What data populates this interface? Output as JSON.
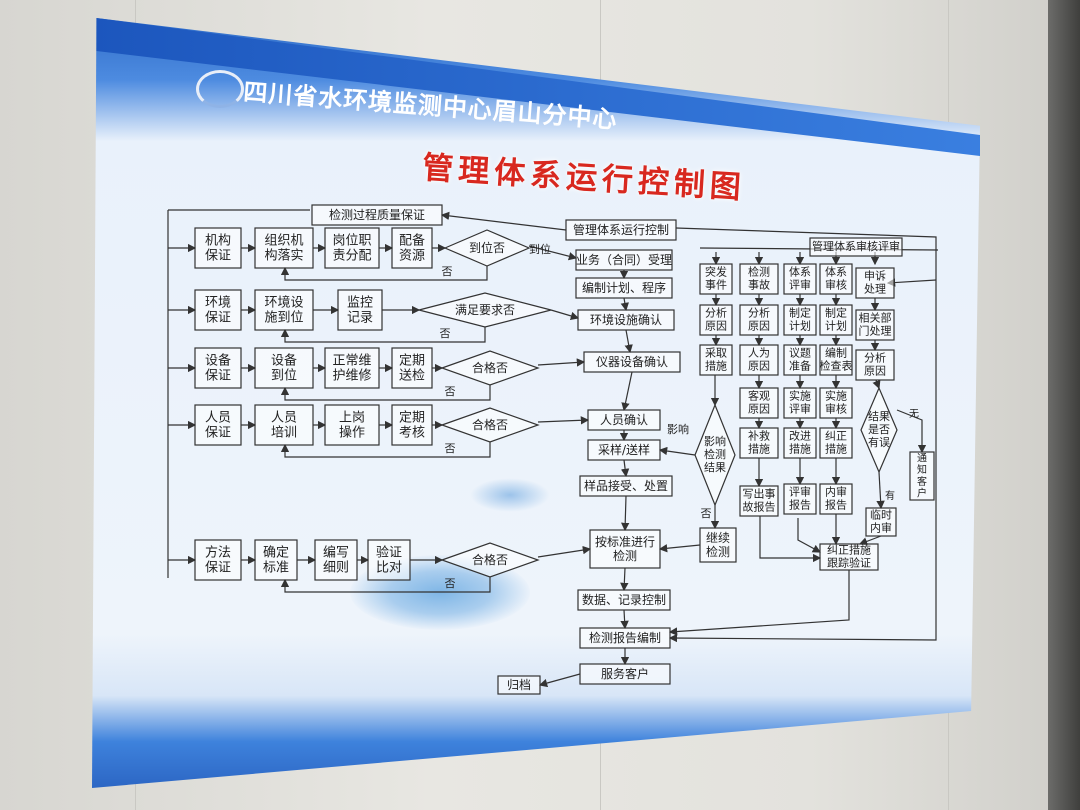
{
  "header": {
    "organization": "四川省水环境监测中心眉山分中心",
    "title": "管理体系运行控制图"
  },
  "nodes": {
    "qc": "检测过程质量保证",
    "center": "管理体系运行控制",
    "accept": "业务（合同）受理",
    "plan": "编制计划、程序",
    "env_confirm": "环境设施确认",
    "inst_confirm": "仪器设备确认",
    "staff_confirm": "人员确认",
    "sample": "采样/送样",
    "receive": "样品接受、处置",
    "test": [
      "按标准进行",
      "检测"
    ],
    "data_ctrl": "数据、记录控制",
    "report": "检测报告编制",
    "service": "服务客户",
    "archive": "归档",
    "continue": [
      "继续",
      "检测"
    ],
    "review": "管理体系审核评审",
    "r1": [
      "机构",
      "保证"
    ],
    "r1b": [
      "组织机",
      "构落实"
    ],
    "r1c": [
      "岗位职",
      "责分配"
    ],
    "r1d": [
      "配备",
      "资源"
    ],
    "r2": [
      "环境",
      "保证"
    ],
    "r2b": [
      "环境设",
      "施到位"
    ],
    "r2c": [
      "监控",
      "记录"
    ],
    "r3": [
      "设备",
      "保证"
    ],
    "r3b": [
      "设备",
      "到位"
    ],
    "r3c": [
      "正常维",
      "护维修"
    ],
    "r3d": [
      "定期",
      "送检"
    ],
    "r4": [
      "人员",
      "保证"
    ],
    "r4b": [
      "人员",
      "培训"
    ],
    "r4c": [
      "上岗",
      "操作"
    ],
    "r4d": [
      "定期",
      "考核"
    ],
    "r5": [
      "方法",
      "保证"
    ],
    "r5b": [
      "确定",
      "标准"
    ],
    "r5c": [
      "编写",
      "细则"
    ],
    "r5d": [
      "验证",
      "比对"
    ],
    "c1": [
      "突发",
      "事件"
    ],
    "c1b": [
      "分析",
      "原因"
    ],
    "c1c": [
      "采取",
      "措施"
    ],
    "c2": [
      "检测",
      "事故"
    ],
    "c2b": [
      "分析",
      "原因"
    ],
    "c2c": [
      "人为",
      "原因"
    ],
    "c2d": [
      "客观",
      "原因"
    ],
    "c2e": [
      "补救",
      "措施"
    ],
    "c2f": [
      "写出事",
      "故报告"
    ],
    "c3": [
      "体系",
      "评审"
    ],
    "c3b": [
      "制定",
      "计划"
    ],
    "c3c": [
      "议题",
      "准备"
    ],
    "c3d": [
      "实施",
      "评审"
    ],
    "c3e": [
      "改进",
      "措施"
    ],
    "c3f": [
      "评审",
      "报告"
    ],
    "c4": [
      "体系",
      "审核"
    ],
    "c4b": [
      "制定",
      "计划"
    ],
    "c4c": [
      "编制",
      "检查表"
    ],
    "c4d": [
      "实施",
      "审核"
    ],
    "c4e": [
      "纠正",
      "措施"
    ],
    "c4f": [
      "内审",
      "报告"
    ],
    "c5": [
      "申诉",
      "处理"
    ],
    "c5b": [
      "相关部",
      "门处理"
    ],
    "c5c": [
      "分析",
      "原因"
    ],
    "c5d": [
      "临时",
      "内审"
    ],
    "notify": [
      "通",
      "知",
      "客",
      "户"
    ],
    "corrective": [
      "纠正措施",
      "跟踪验证"
    ]
  },
  "decisions": {
    "d1": "到位否",
    "d2": "满足要求否",
    "d3": "合格否",
    "d4": "合格否",
    "d5": "合格否",
    "impact": [
      "影响",
      "检测",
      "结果"
    ],
    "error": [
      "结果",
      "是否",
      "有误"
    ]
  },
  "edge_labels": {
    "arrive": "到位",
    "no": "否",
    "impact": "影响",
    "yes": "有",
    "none": "无"
  }
}
